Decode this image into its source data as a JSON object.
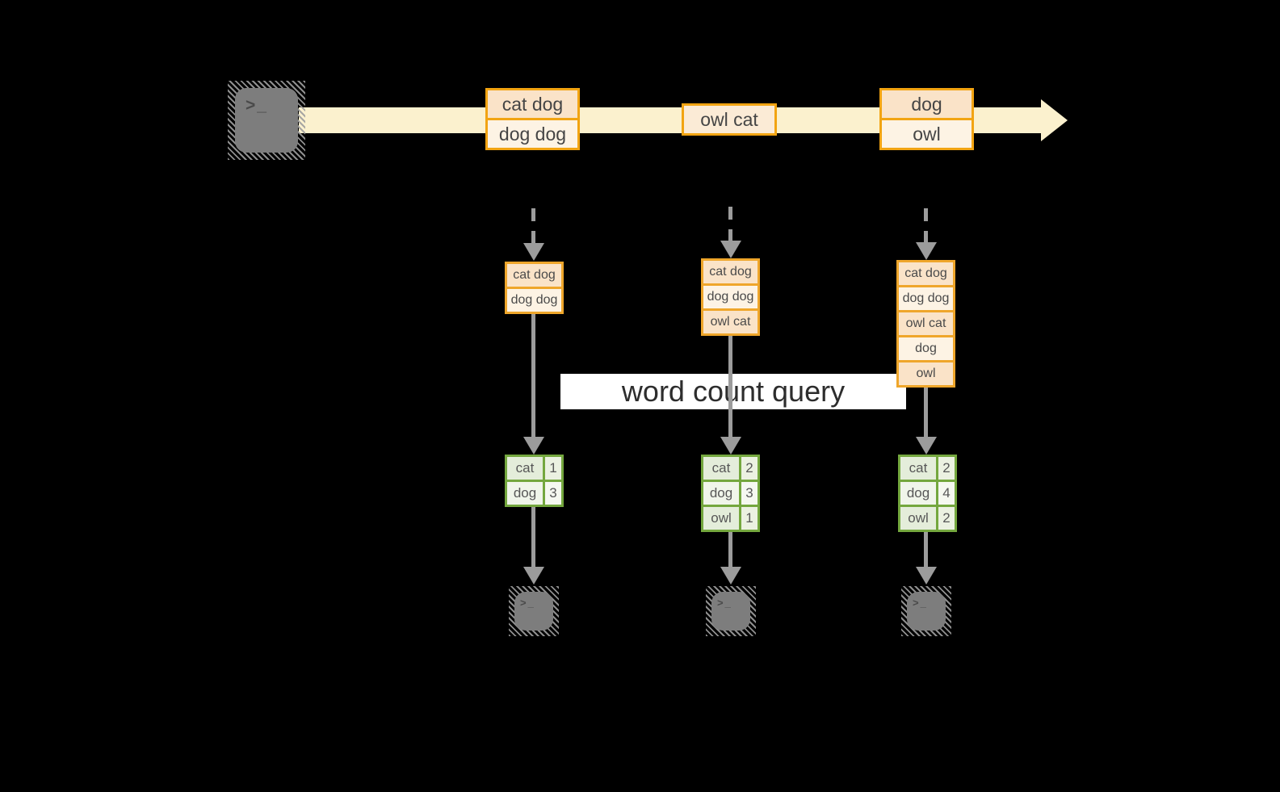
{
  "query_label": "word count query",
  "icons": {
    "terminal_glyph": ">_"
  },
  "colors": {
    "background": "#000000",
    "stream_band": "#FBF1CE",
    "amber_border": "#F2A412",
    "peach_fill": "#FAE3C8",
    "cream_fill": "#FDF3E4",
    "green_border": "#74A73E",
    "green_fill": "#E4EDDA",
    "arrow_gray": "#9C9C9C",
    "terminal_gray": "#7D7D7D",
    "banner_bg": "#FFFFFF"
  },
  "stream": {
    "batches": [
      {
        "cells": [
          "cat dog",
          "dog dog"
        ]
      },
      {
        "cells": [
          "owl cat"
        ]
      },
      {
        "cells": [
          "dog",
          "owl"
        ]
      }
    ]
  },
  "columns": [
    {
      "stack": [
        "cat dog",
        "dog dog"
      ],
      "table": [
        [
          "cat",
          "1"
        ],
        [
          "dog",
          "3"
        ]
      ]
    },
    {
      "stack": [
        "cat dog",
        "dog dog",
        "owl cat"
      ],
      "table": [
        [
          "cat",
          "2"
        ],
        [
          "dog",
          "3"
        ],
        [
          "owl",
          "1"
        ]
      ]
    },
    {
      "stack": [
        "cat dog",
        "dog dog",
        "owl cat",
        "dog",
        "owl"
      ],
      "table": [
        [
          "cat",
          "2"
        ],
        [
          "dog",
          "4"
        ],
        [
          "owl",
          "2"
        ]
      ]
    }
  ]
}
